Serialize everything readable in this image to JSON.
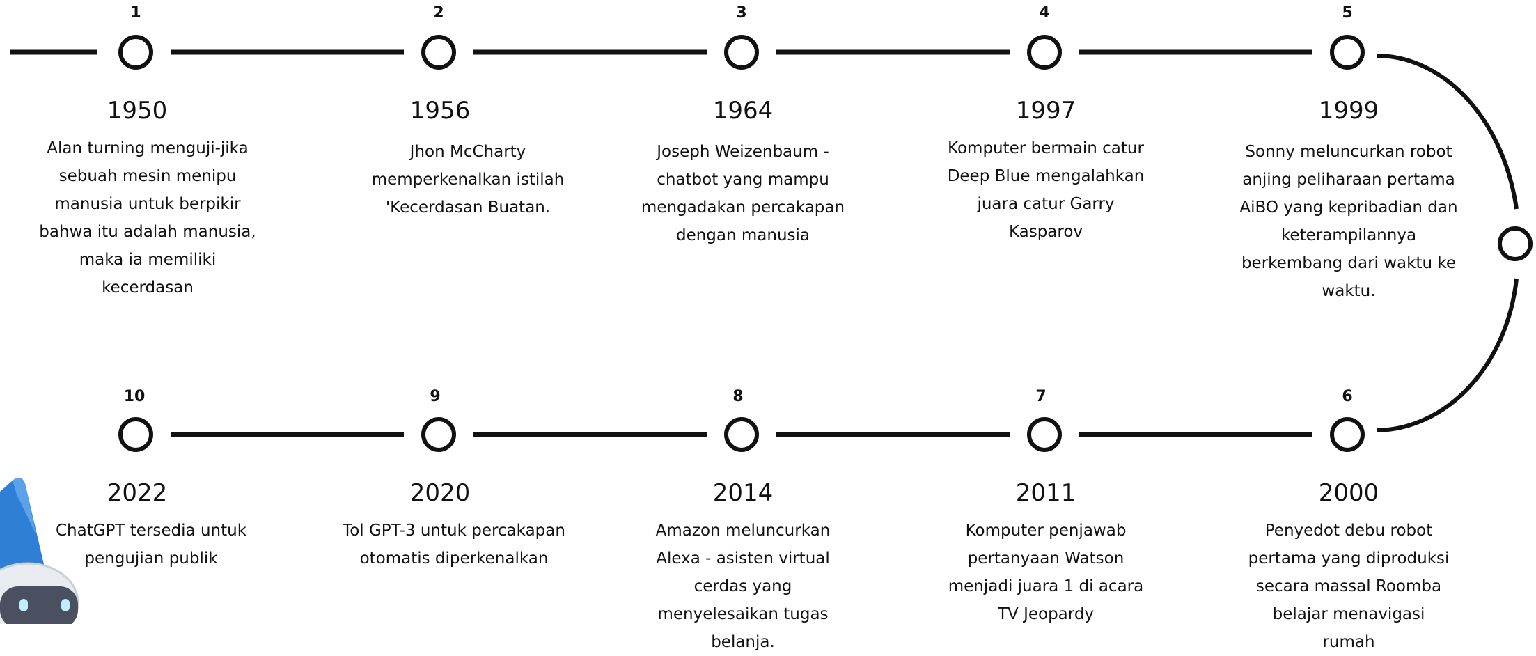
{
  "timeline": {
    "milestones": [
      {
        "number": "1",
        "year": "1950",
        "description": "Alan turning menguji-jika sebuah mesin menipu manusia untuk berpikir bahwa itu adalah manusia, maka ia memiliki kecerdasan"
      },
      {
        "number": "2",
        "year": "1956",
        "description": "Jhon McCharty memperkenalkan istilah 'Kecerdasan Buatan."
      },
      {
        "number": "3",
        "year": "1964",
        "description": "Joseph Weizenbaum - chatbot yang mampu mengadakan percakapan dengan manusia"
      },
      {
        "number": "4",
        "year": "1997",
        "description": "Komputer bermain catur Deep Blue mengalahkan juara catur Garry Kasparov"
      },
      {
        "number": "5",
        "year": "1999",
        "description": "Sonny meluncurkan robot anjing peliharaan pertama AiBO yang kepribadian dan keterampilannya berkembang dari waktu ke waktu."
      },
      {
        "number": "6",
        "year": "2000",
        "description": "Penyedot debu robot pertama yang diproduksi secara massal Roomba belajar menavigasi rumah"
      },
      {
        "number": "7",
        "year": "2011",
        "description": "Komputer penjawab pertanyaan Watson menjadi juara 1 di acara TV Jeopardy"
      },
      {
        "number": "8",
        "year": "2014",
        "description": "Amazon meluncurkan Alexa - asisten virtual cerdas yang menyelesaikan tugas belanja."
      },
      {
        "number": "9",
        "year": "2020",
        "description": "Tol GPT-3 untuk percakapan otomatis diperkenalkan"
      },
      {
        "number": "10",
        "year": "2022",
        "description": "ChatGPT tersedia untuk pengujian publik"
      }
    ]
  },
  "colors": {
    "line": "#111111",
    "text": "#111111",
    "background": "#ffffff",
    "robot_blue": "#2f7fd6",
    "robot_head": "#e8ecf1",
    "robot_face": "#4a5060",
    "robot_eye": "#bfefff"
  },
  "icons": {
    "decoration": "robot-mascot-icon"
  }
}
